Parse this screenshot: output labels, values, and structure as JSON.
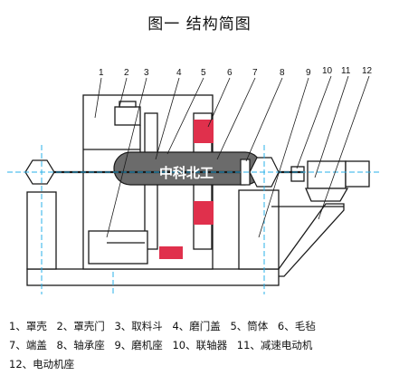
{
  "title": "图一  结构简图",
  "watermark": "中科北工",
  "part_numbers": [
    "1",
    "2",
    "3",
    "4",
    "5",
    "6",
    "7",
    "8",
    "9",
    "10",
    "11",
    "12"
  ],
  "legend": {
    "rows": [
      [
        "1、罩壳",
        "2、罩壳门",
        "3、取料斗",
        "4、磨门盖",
        "5、筒体",
        "6、毛毡"
      ],
      [
        "7、端盖",
        "8、轴承座",
        "9、磨机座",
        "10、联轴器",
        "11、减速电动机"
      ],
      [
        "12、电动机座"
      ]
    ]
  },
  "colors": {
    "line": "#1a1a1a",
    "centerline": "#2ab0e8",
    "felt": "#e0304c",
    "cylinder": "#6b6b6b",
    "watermark": "#ffffff"
  }
}
